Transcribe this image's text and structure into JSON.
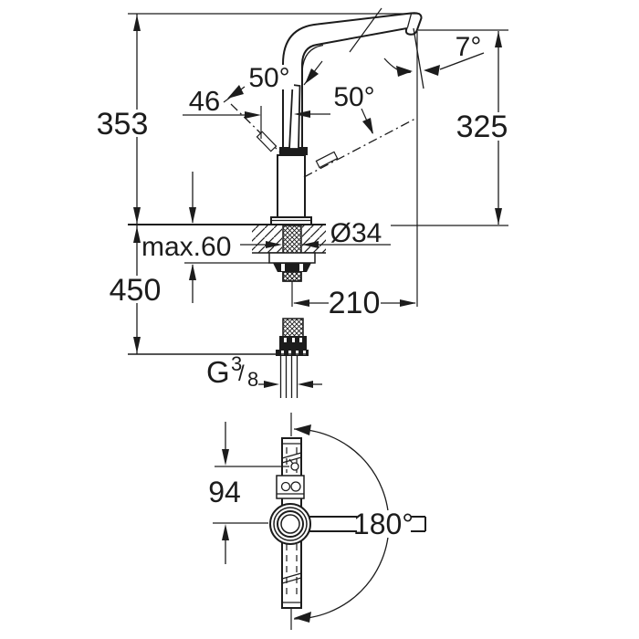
{
  "front_view": {
    "dim_353": "353",
    "dim_450": "450",
    "dim_max60": "max.60",
    "dim_dia34": "Ø34",
    "dim_46": "46",
    "angle_50_left": "50°",
    "angle_50_right": "50°",
    "angle_7": "7°",
    "dim_325": "325",
    "dim_210": "210",
    "thread": {
      "g": "G",
      "num": "3",
      "slash": "/",
      "den": "8"
    }
  },
  "plan_view": {
    "dim_94": "94",
    "angle_180": "180°"
  },
  "colors": {
    "line": "#1c1c1c",
    "background": "#ffffff"
  }
}
